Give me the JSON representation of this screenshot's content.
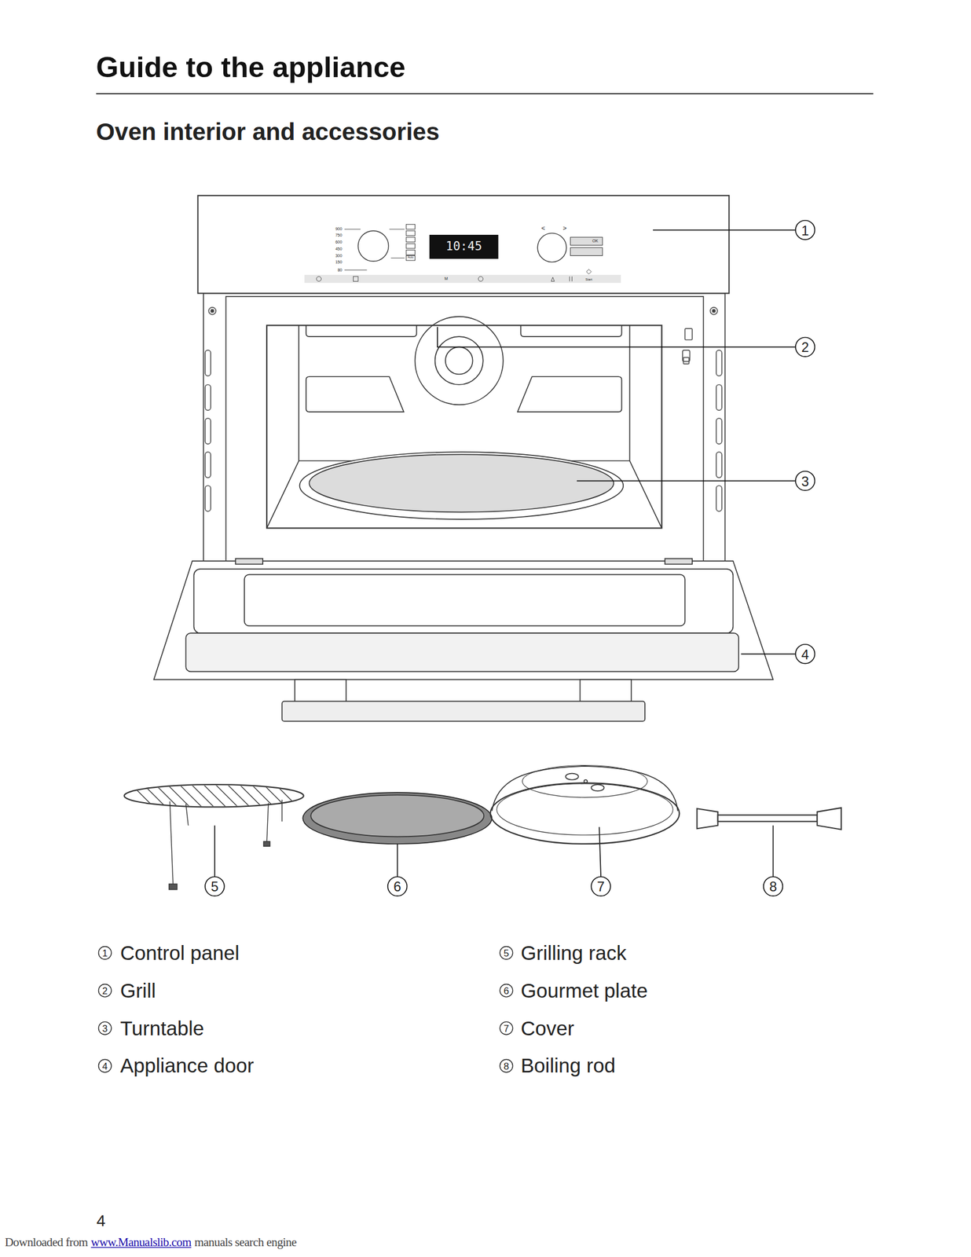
{
  "diagram": {
    "title": "Guide to the appliance",
    "labels": [
      "Oven interior and accessories",
      "900",
      "750",
      "600",
      "450",
      "300",
      "150",
      "80",
      "Auto",
      "10:45",
      "<",
      ">",
      "OK",
      "M",
      "Start",
      "1",
      "2",
      "3",
      "4",
      "5",
      "6",
      "7",
      "8",
      "1",
      "Control panel",
      "2",
      "Grill",
      "3",
      "Turntable",
      "4",
      "Appliance door",
      "5",
      "Grilling rack",
      "6",
      "Gourmet plate",
      "7",
      "Cover",
      "8",
      "Boiling rod",
      "4",
      "Downloaded from",
      "www.Manualslib.com",
      "manuals search engine"
    ]
  }
}
